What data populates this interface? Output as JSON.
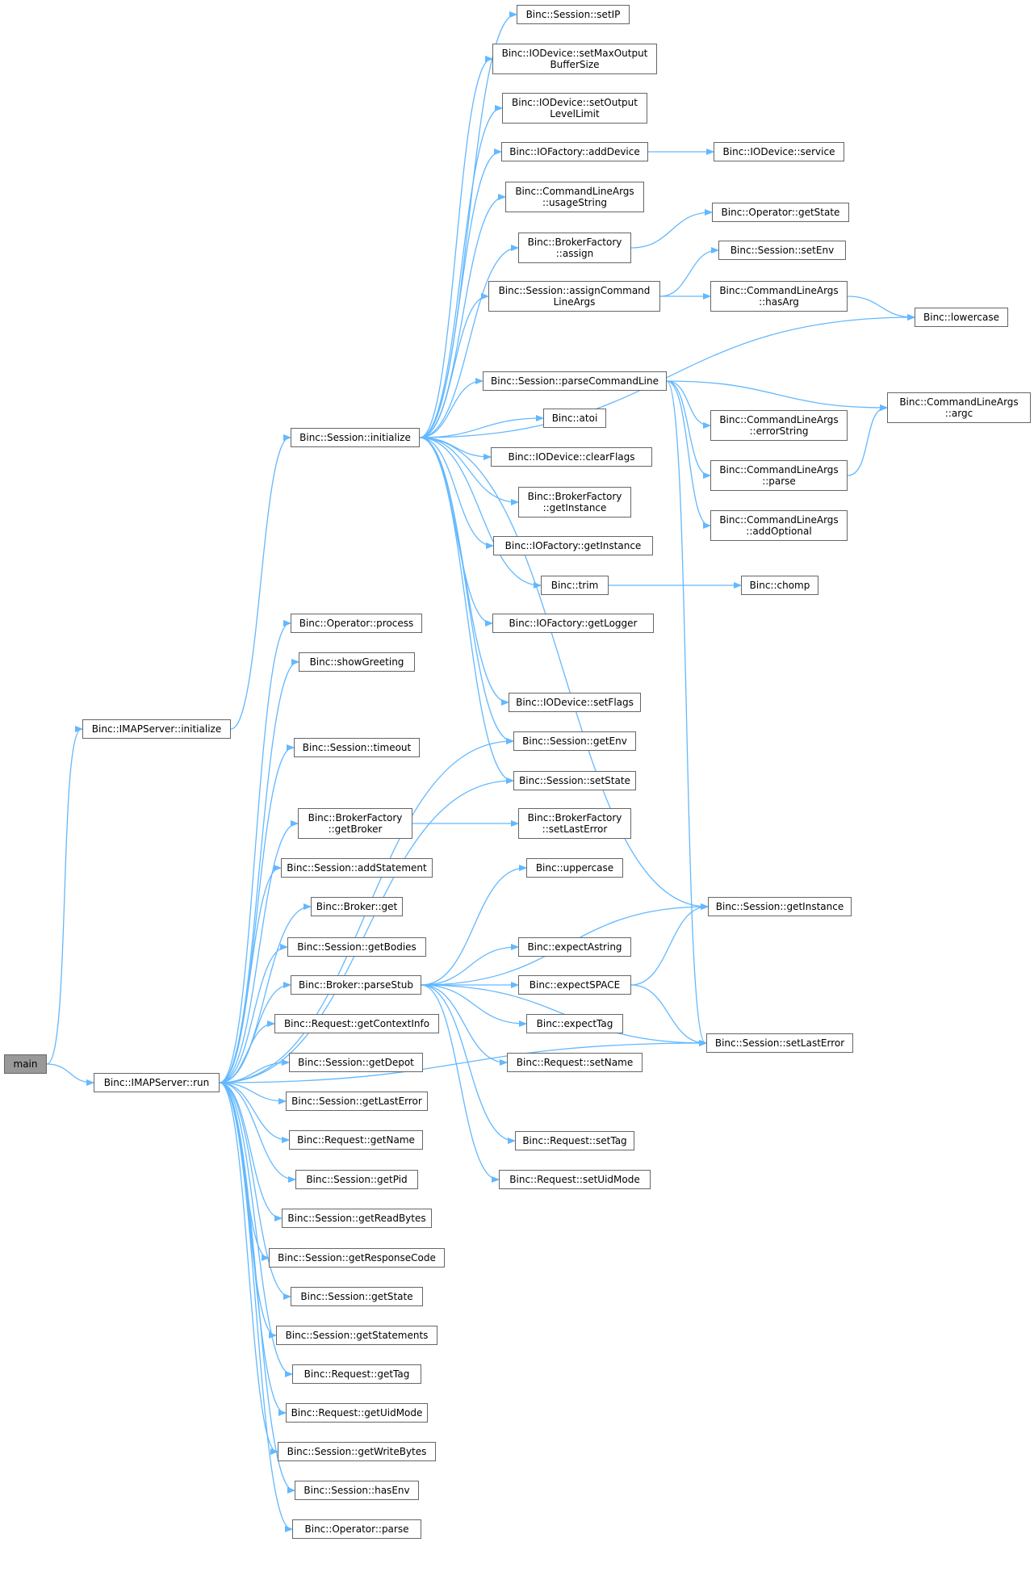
{
  "colors": {
    "edge": "#63b8ff",
    "node_border": "#666666",
    "node_fill": "#ffffff",
    "root_fill": "#999999"
  },
  "nodes": [
    {
      "id": "main",
      "label": "main",
      "root": true
    },
    {
      "id": "imap_init",
      "label": "Binc::IMAPServer::initialize"
    },
    {
      "id": "imap_run",
      "label": "Binc::IMAPServer::run"
    },
    {
      "id": "sess_init",
      "label": "Binc::Session::initialize"
    },
    {
      "id": "setIP",
      "label": "Binc::Session::setIP"
    },
    {
      "id": "setMaxOut",
      "label": "Binc::IODevice::setMaxOutput\nBufferSize"
    },
    {
      "id": "setOutLvl",
      "label": "Binc::IODevice::setOutput\nLevelLimit"
    },
    {
      "id": "addDevice",
      "label": "Binc::IOFactory::addDevice"
    },
    {
      "id": "service",
      "label": "Binc::IODevice::service"
    },
    {
      "id": "usageString",
      "label": "Binc::CommandLineArgs\n::usageString"
    },
    {
      "id": "bf_assign",
      "label": "Binc::BrokerFactory\n::assign"
    },
    {
      "id": "op_getState",
      "label": "Binc::Operator::getState"
    },
    {
      "id": "assignCmd",
      "label": "Binc::Session::assignCommand\nLineArgs"
    },
    {
      "id": "setEnv",
      "label": "Binc::Session::setEnv"
    },
    {
      "id": "hasArg",
      "label": "Binc::CommandLineArgs\n::hasArg"
    },
    {
      "id": "lowercase",
      "label": "Binc::lowercase"
    },
    {
      "id": "parseCmdLine",
      "label": "Binc::Session::parseCommandLine"
    },
    {
      "id": "argc",
      "label": "Binc::CommandLineArgs\n::argc"
    },
    {
      "id": "atoi",
      "label": "Binc::atoi"
    },
    {
      "id": "errorString",
      "label": "Binc::CommandLineArgs\n::errorString"
    },
    {
      "id": "clearFlags",
      "label": "Binc::IODevice::clearFlags"
    },
    {
      "id": "cla_parse",
      "label": "Binc::CommandLineArgs\n::parse"
    },
    {
      "id": "bf_getInst",
      "label": "Binc::BrokerFactory\n::getInstance"
    },
    {
      "id": "addOptional",
      "label": "Binc::CommandLineArgs\n::addOptional"
    },
    {
      "id": "iof_getInst",
      "label": "Binc::IOFactory::getInstance"
    },
    {
      "id": "trim",
      "label": "Binc::trim"
    },
    {
      "id": "chomp",
      "label": "Binc::chomp"
    },
    {
      "id": "getLogger",
      "label": "Binc::IOFactory::getLogger"
    },
    {
      "id": "op_process",
      "label": "Binc::Operator::process"
    },
    {
      "id": "showGreeting",
      "label": "Binc::showGreeting"
    },
    {
      "id": "setFlags",
      "label": "Binc::IODevice::setFlags"
    },
    {
      "id": "getEnv",
      "label": "Binc::Session::getEnv"
    },
    {
      "id": "timeout",
      "label": "Binc::Session::timeout"
    },
    {
      "id": "setState",
      "label": "Binc::Session::setState"
    },
    {
      "id": "getBroker",
      "label": "Binc::BrokerFactory\n::getBroker"
    },
    {
      "id": "bf_setLastErr",
      "label": "Binc::BrokerFactory\n::setLastError"
    },
    {
      "id": "addStatement",
      "label": "Binc::Session::addStatement"
    },
    {
      "id": "uppercase",
      "label": "Binc::uppercase"
    },
    {
      "id": "broker_get",
      "label": "Binc::Broker::get"
    },
    {
      "id": "sess_getInst",
      "label": "Binc::Session::getInstance"
    },
    {
      "id": "getBodies",
      "label": "Binc::Session::getBodies"
    },
    {
      "id": "expectAstring",
      "label": "Binc::expectAstring"
    },
    {
      "id": "parseStub",
      "label": "Binc::Broker::parseStub"
    },
    {
      "id": "expectSPACE",
      "label": "Binc::expectSPACE"
    },
    {
      "id": "getContextInfo",
      "label": "Binc::Request::getContextInfo"
    },
    {
      "id": "expectTag",
      "label": "Binc::expectTag"
    },
    {
      "id": "sess_setLastErr",
      "label": "Binc::Session::setLastError"
    },
    {
      "id": "getDepot",
      "label": "Binc::Session::getDepot"
    },
    {
      "id": "req_setName",
      "label": "Binc::Request::setName"
    },
    {
      "id": "getLastError",
      "label": "Binc::Session::getLastError"
    },
    {
      "id": "req_getName",
      "label": "Binc::Request::getName"
    },
    {
      "id": "req_setTag",
      "label": "Binc::Request::setTag"
    },
    {
      "id": "getPid",
      "label": "Binc::Session::getPid"
    },
    {
      "id": "req_setUid",
      "label": "Binc::Request::setUidMode"
    },
    {
      "id": "getReadBytes",
      "label": "Binc::Session::getReadBytes"
    },
    {
      "id": "getRespCode",
      "label": "Binc::Session::getResponseCode"
    },
    {
      "id": "sess_getState",
      "label": "Binc::Session::getState"
    },
    {
      "id": "getStatements",
      "label": "Binc::Session::getStatements"
    },
    {
      "id": "req_getTag",
      "label": "Binc::Request::getTag"
    },
    {
      "id": "req_getUid",
      "label": "Binc::Request::getUidMode"
    },
    {
      "id": "getWriteBytes",
      "label": "Binc::Session::getWriteBytes"
    },
    {
      "id": "hasEnv",
      "label": "Binc::Session::hasEnv"
    },
    {
      "id": "op_parse",
      "label": "Binc::Operator::parse"
    }
  ],
  "edges": [
    [
      "main",
      "imap_init"
    ],
    [
      "main",
      "imap_run"
    ],
    [
      "imap_init",
      "sess_init"
    ],
    [
      "sess_init",
      "setIP"
    ],
    [
      "sess_init",
      "setMaxOut"
    ],
    [
      "sess_init",
      "setOutLvl"
    ],
    [
      "sess_init",
      "addDevice"
    ],
    [
      "sess_init",
      "usageString"
    ],
    [
      "sess_init",
      "bf_assign"
    ],
    [
      "sess_init",
      "assignCmd"
    ],
    [
      "sess_init",
      "lowercase"
    ],
    [
      "sess_init",
      "parseCmdLine"
    ],
    [
      "sess_init",
      "atoi"
    ],
    [
      "sess_init",
      "clearFlags"
    ],
    [
      "sess_init",
      "bf_getInst"
    ],
    [
      "sess_init",
      "iof_getInst"
    ],
    [
      "sess_init",
      "trim"
    ],
    [
      "sess_init",
      "getLogger"
    ],
    [
      "sess_init",
      "sess_getInst"
    ],
    [
      "sess_init",
      "setFlags"
    ],
    [
      "sess_init",
      "getEnv"
    ],
    [
      "sess_init",
      "setState"
    ],
    [
      "addDevice",
      "service"
    ],
    [
      "bf_assign",
      "op_getState"
    ],
    [
      "assignCmd",
      "setEnv"
    ],
    [
      "assignCmd",
      "hasArg"
    ],
    [
      "hasArg",
      "lowercase"
    ],
    [
      "parseCmdLine",
      "argc"
    ],
    [
      "parseCmdLine",
      "errorString"
    ],
    [
      "parseCmdLine",
      "cla_parse"
    ],
    [
      "parseCmdLine",
      "addOptional"
    ],
    [
      "parseCmdLine",
      "sess_setLastErr"
    ],
    [
      "cla_parse",
      "argc"
    ],
    [
      "trim",
      "chomp"
    ],
    [
      "imap_run",
      "op_process"
    ],
    [
      "imap_run",
      "showGreeting"
    ],
    [
      "imap_run",
      "getEnv"
    ],
    [
      "imap_run",
      "timeout"
    ],
    [
      "imap_run",
      "setState"
    ],
    [
      "imap_run",
      "getBroker"
    ],
    [
      "imap_run",
      "addStatement"
    ],
    [
      "imap_run",
      "broker_get"
    ],
    [
      "imap_run",
      "getBodies"
    ],
    [
      "imap_run",
      "parseStub"
    ],
    [
      "imap_run",
      "getContextInfo"
    ],
    [
      "imap_run",
      "getDepot"
    ],
    [
      "imap_run",
      "getLastError"
    ],
    [
      "imap_run",
      "req_getName"
    ],
    [
      "imap_run",
      "getPid"
    ],
    [
      "imap_run",
      "getReadBytes"
    ],
    [
      "imap_run",
      "getRespCode"
    ],
    [
      "imap_run",
      "sess_getState"
    ],
    [
      "imap_run",
      "getStatements"
    ],
    [
      "imap_run",
      "req_getTag"
    ],
    [
      "imap_run",
      "req_getUid"
    ],
    [
      "imap_run",
      "getWriteBytes"
    ],
    [
      "imap_run",
      "hasEnv"
    ],
    [
      "imap_run",
      "op_parse"
    ],
    [
      "imap_run",
      "sess_setLastErr"
    ],
    [
      "getBroker",
      "bf_setLastErr"
    ],
    [
      "parseStub",
      "uppercase"
    ],
    [
      "parseStub",
      "sess_getInst"
    ],
    [
      "parseStub",
      "expectAstring"
    ],
    [
      "parseStub",
      "expectSPACE"
    ],
    [
      "parseStub",
      "expectTag"
    ],
    [
      "parseStub",
      "req_setName"
    ],
    [
      "parseStub",
      "sess_setLastErr"
    ],
    [
      "parseStub",
      "req_setTag"
    ],
    [
      "parseStub",
      "req_setUid"
    ],
    [
      "expectSPACE",
      "sess_getInst"
    ],
    [
      "expectSPACE",
      "sess_setLastErr"
    ]
  ]
}
